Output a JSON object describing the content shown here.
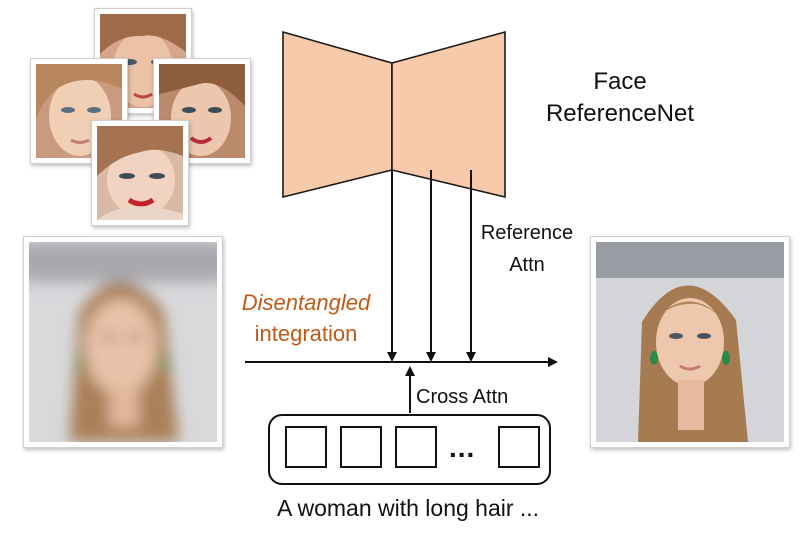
{
  "module": {
    "title_line1": "Face",
    "title_line2": "ReferenceNet"
  },
  "labels": {
    "reference_attn_line1": "Reference",
    "reference_attn_line2": "Attn",
    "disentangled_line1": "Disentangled",
    "disentangled_line2": "integration",
    "cross_attn": "Cross Attn",
    "ellipsis": "...",
    "prompt": "A  woman with long hair ..."
  },
  "colors": {
    "trapezoid_fill": "#f8c9ab",
    "trapezoid_stroke": "#1a1a1a",
    "accent_orange": "#c05a16",
    "arrow": "#111111"
  },
  "images": {
    "reference_faces": [
      "face-top",
      "face-left",
      "face-right",
      "face-bottom"
    ],
    "blurred_input": "blurred-portrait",
    "output": "generated-portrait"
  }
}
